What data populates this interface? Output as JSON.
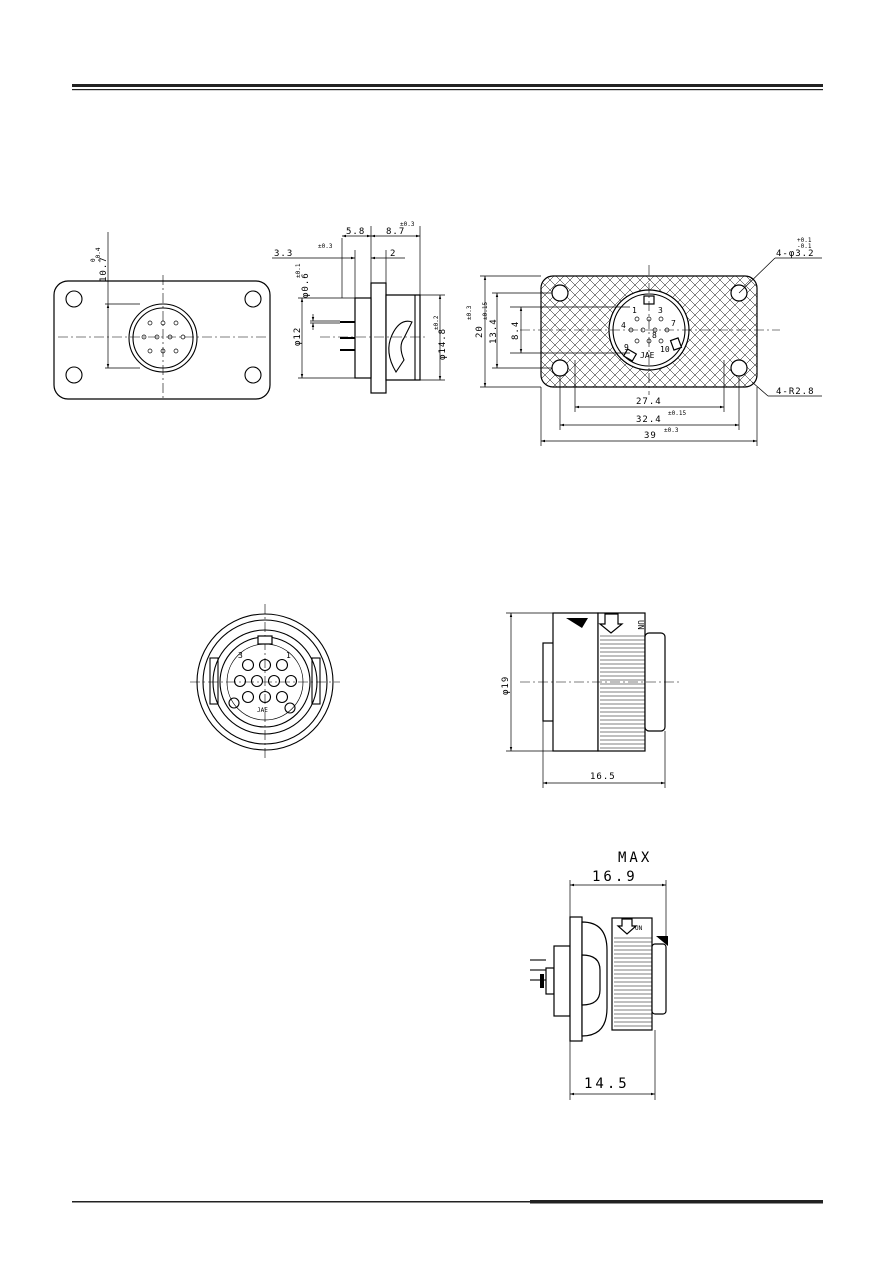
{
  "receptacle_front": {
    "dim_height": "10.7",
    "dim_height_tol_upper": "0",
    "dim_height_tol_lower": "-0.4"
  },
  "receptacle_side": {
    "dim_5_8": "5.8",
    "dim_8_7": "8.7",
    "dim_8_7_tol": "±0.3",
    "dim_3_3": "3.3",
    "dim_3_3_tol": "±0.3",
    "dim_2": "2",
    "dim_pin_dia": "φ0.6",
    "dim_pin_tol": "±0.1",
    "dim_dia_12": "φ12",
    "dim_dia_14_8": "φ14.8",
    "dim_dia_14_8_tol": "±0.2"
  },
  "panel_cutout": {
    "dim_holes": "4-φ3.2",
    "dim_holes_tol_upper": "+0.1",
    "dim_holes_tol_lower": "-0.1",
    "dim_corner_radius": "4-R2.8",
    "dim_20": "20",
    "dim_20_tol": "±0.3",
    "dim_13_4": "13.4",
    "dim_13_4_tol": "±0.15",
    "dim_8_4": "8.4",
    "dim_27_4": "27.4",
    "dim_32_4": "32.4",
    "dim_32_4_tol": "±0.15",
    "dim_39": "39",
    "dim_39_tol": "±0.3",
    "pin_labels": [
      "1",
      "3",
      "4",
      "7",
      "8",
      "9",
      "10"
    ],
    "mark": "JAE"
  },
  "plug_front": {
    "pin_labels": [
      "3",
      "1"
    ],
    "mark": "JAE"
  },
  "plug_side": {
    "dim_dia_19": "φ19",
    "dim_16_5": "16.5",
    "mark": "UN"
  },
  "mated_side": {
    "dim_max_label": "MAX",
    "dim_16_9": "16.9",
    "dim_14_5": "14.5",
    "mark": "UN"
  }
}
